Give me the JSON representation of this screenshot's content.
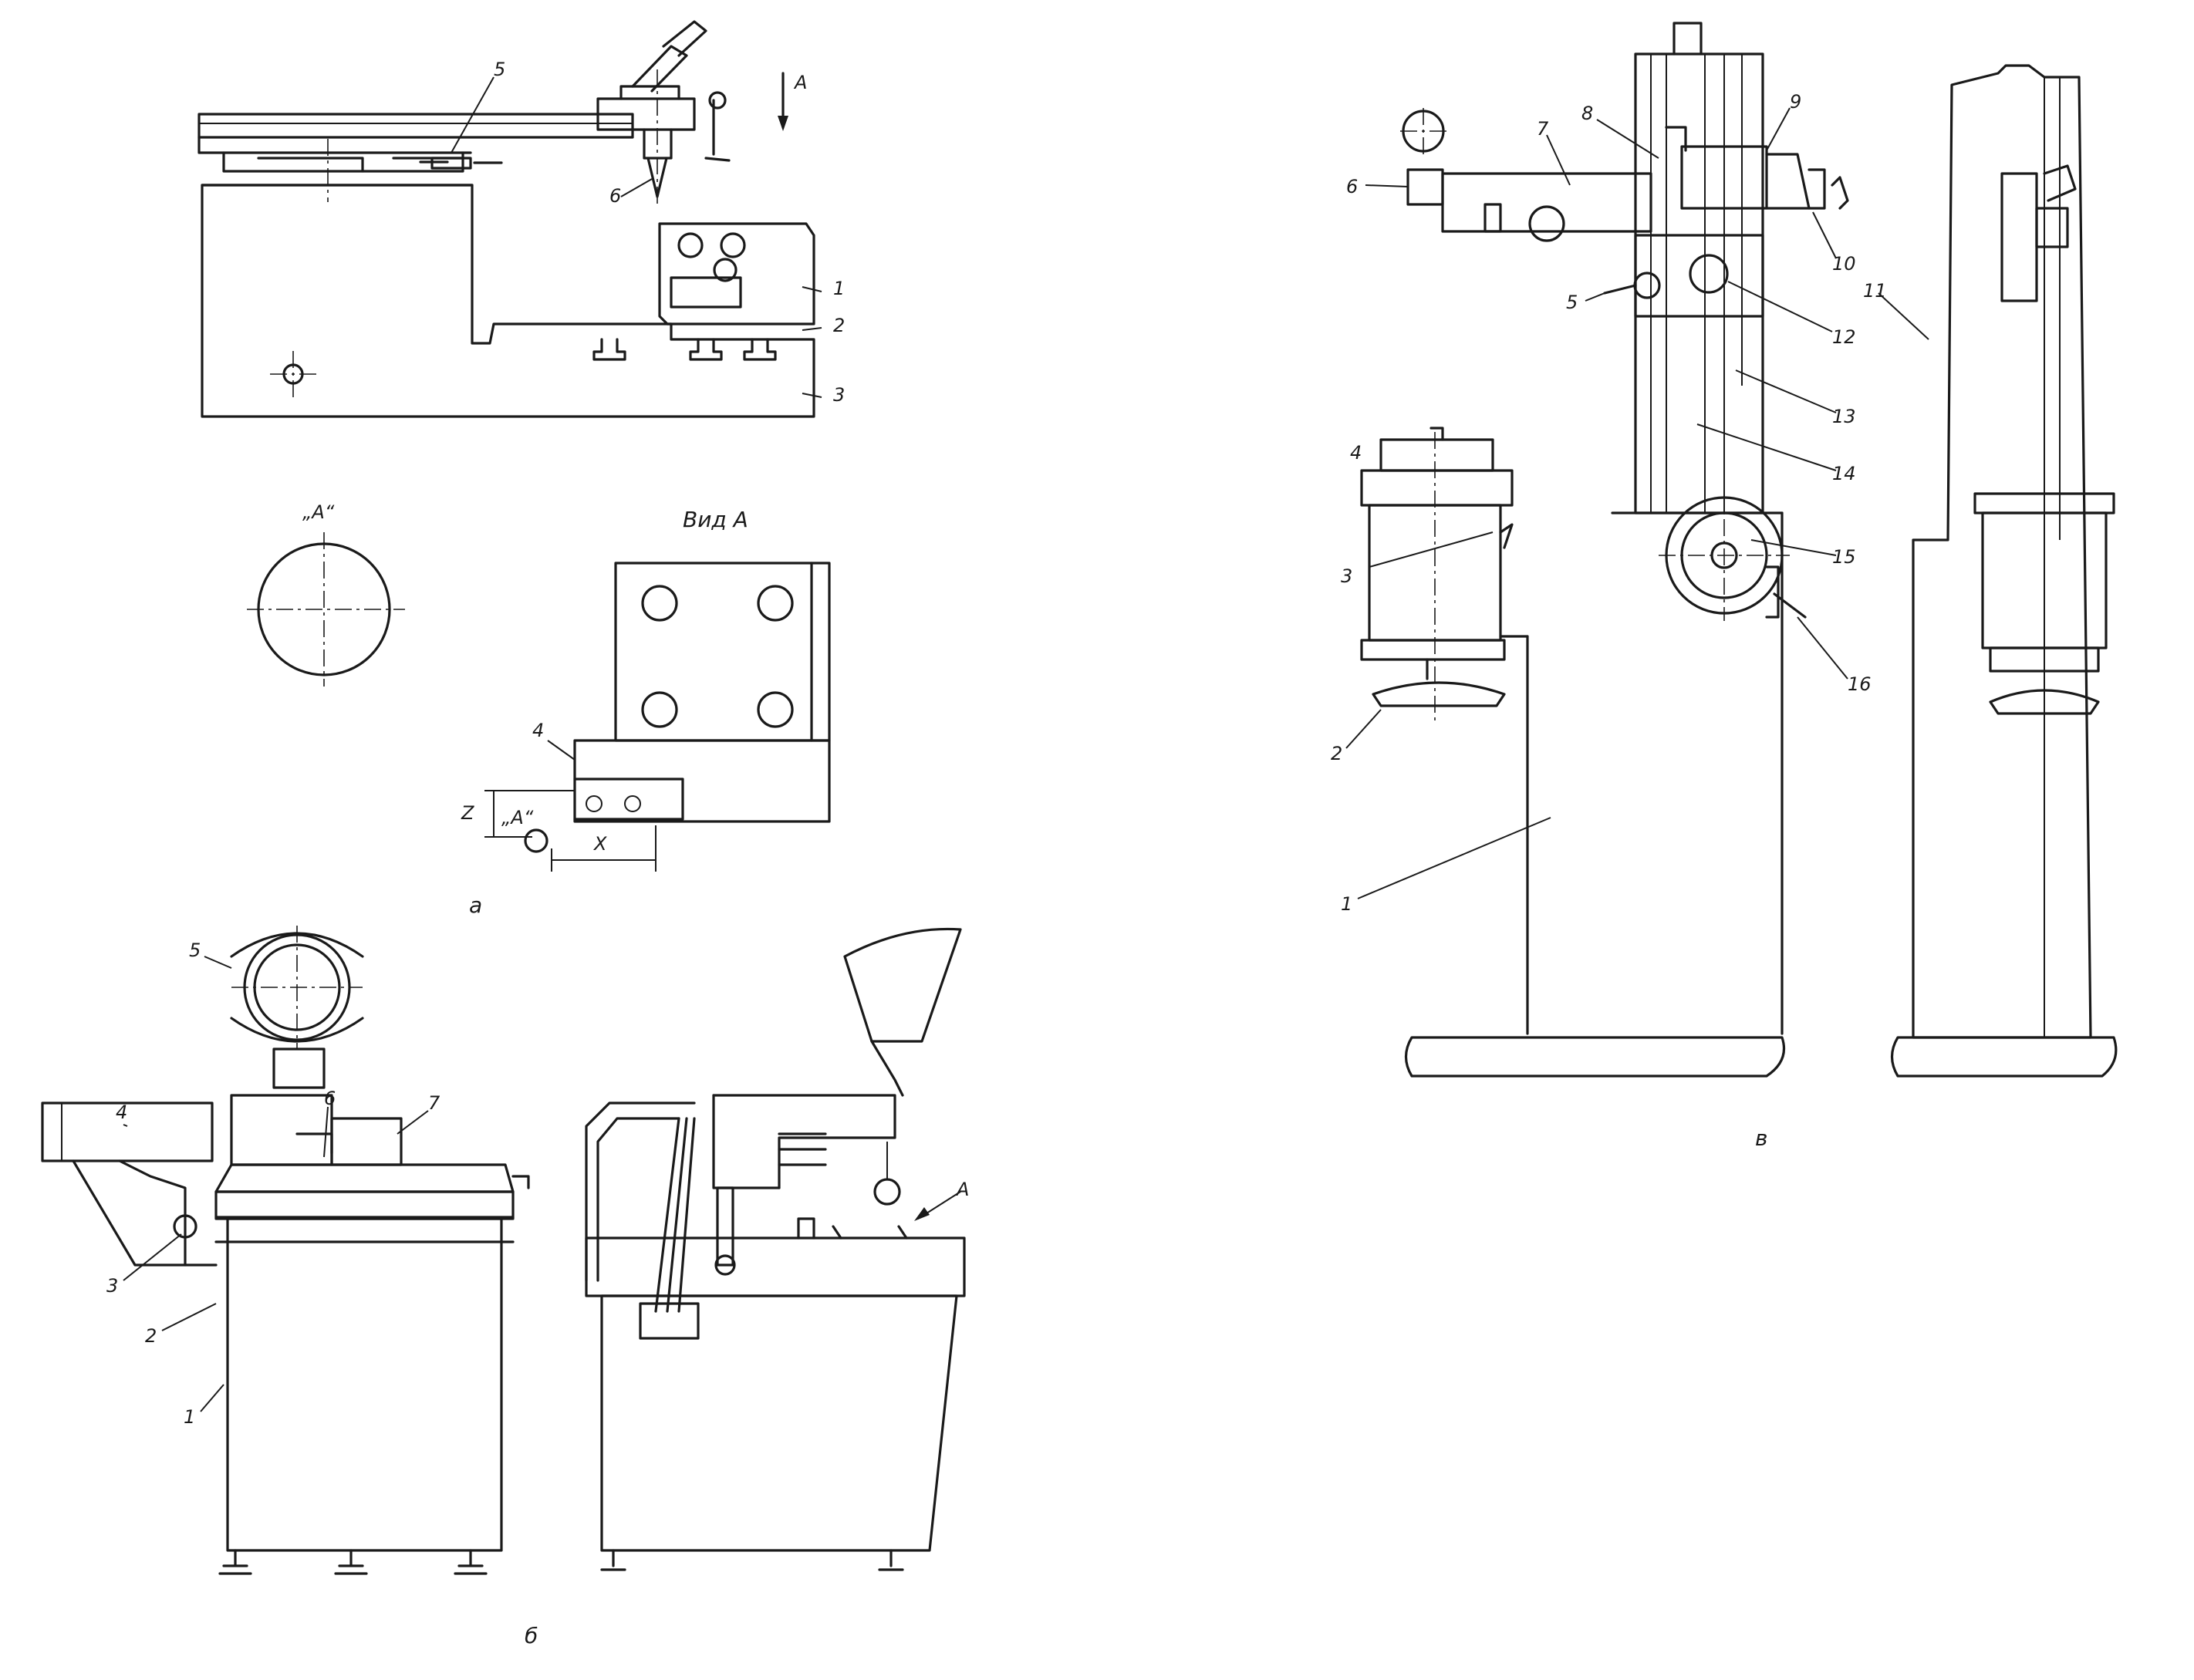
{
  "view_a_top": {
    "direction_letter": "A",
    "callouts": [
      "5",
      "6",
      "1",
      "2",
      "3"
    ]
  },
  "view_a_detail": {
    "section_title": "Вид А",
    "point_label": "„А“",
    "point_label_small": "„А“",
    "callout_4": "4",
    "dim_z": "Z",
    "dim_x": "X"
  },
  "captions": {
    "a": "а",
    "b": "б",
    "v": "в"
  },
  "view_b": {
    "callouts": [
      "5",
      "4",
      "6",
      "7",
      "3",
      "2",
      "1"
    ],
    "arrow_label": "А"
  },
  "view_v": {
    "callouts": [
      "6",
      "7",
      "8",
      "9",
      "10",
      "5",
      "12",
      "11",
      "13",
      "14",
      "4",
      "3",
      "15",
      "16",
      "2",
      "1"
    ]
  }
}
